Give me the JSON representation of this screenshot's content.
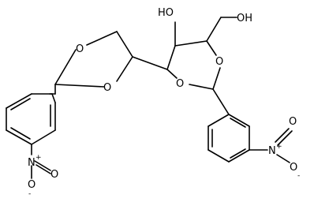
{
  "molecule": {
    "labels": {
      "ho_ring": "HO",
      "oh_ch2": "OH",
      "o_diox_upper": "O",
      "o_diox_lower": "O",
      "o_dx_upper": "O",
      "o_dx_lower": "O",
      "n_left": "N",
      "o_left_db": "O",
      "o_left_neg": "O",
      "n_right": "N",
      "o_right_db": "O",
      "o_right_neg": "O",
      "plus_left": "+",
      "minus_left": "-",
      "plus_right": "+",
      "minus_right": "-"
    }
  }
}
